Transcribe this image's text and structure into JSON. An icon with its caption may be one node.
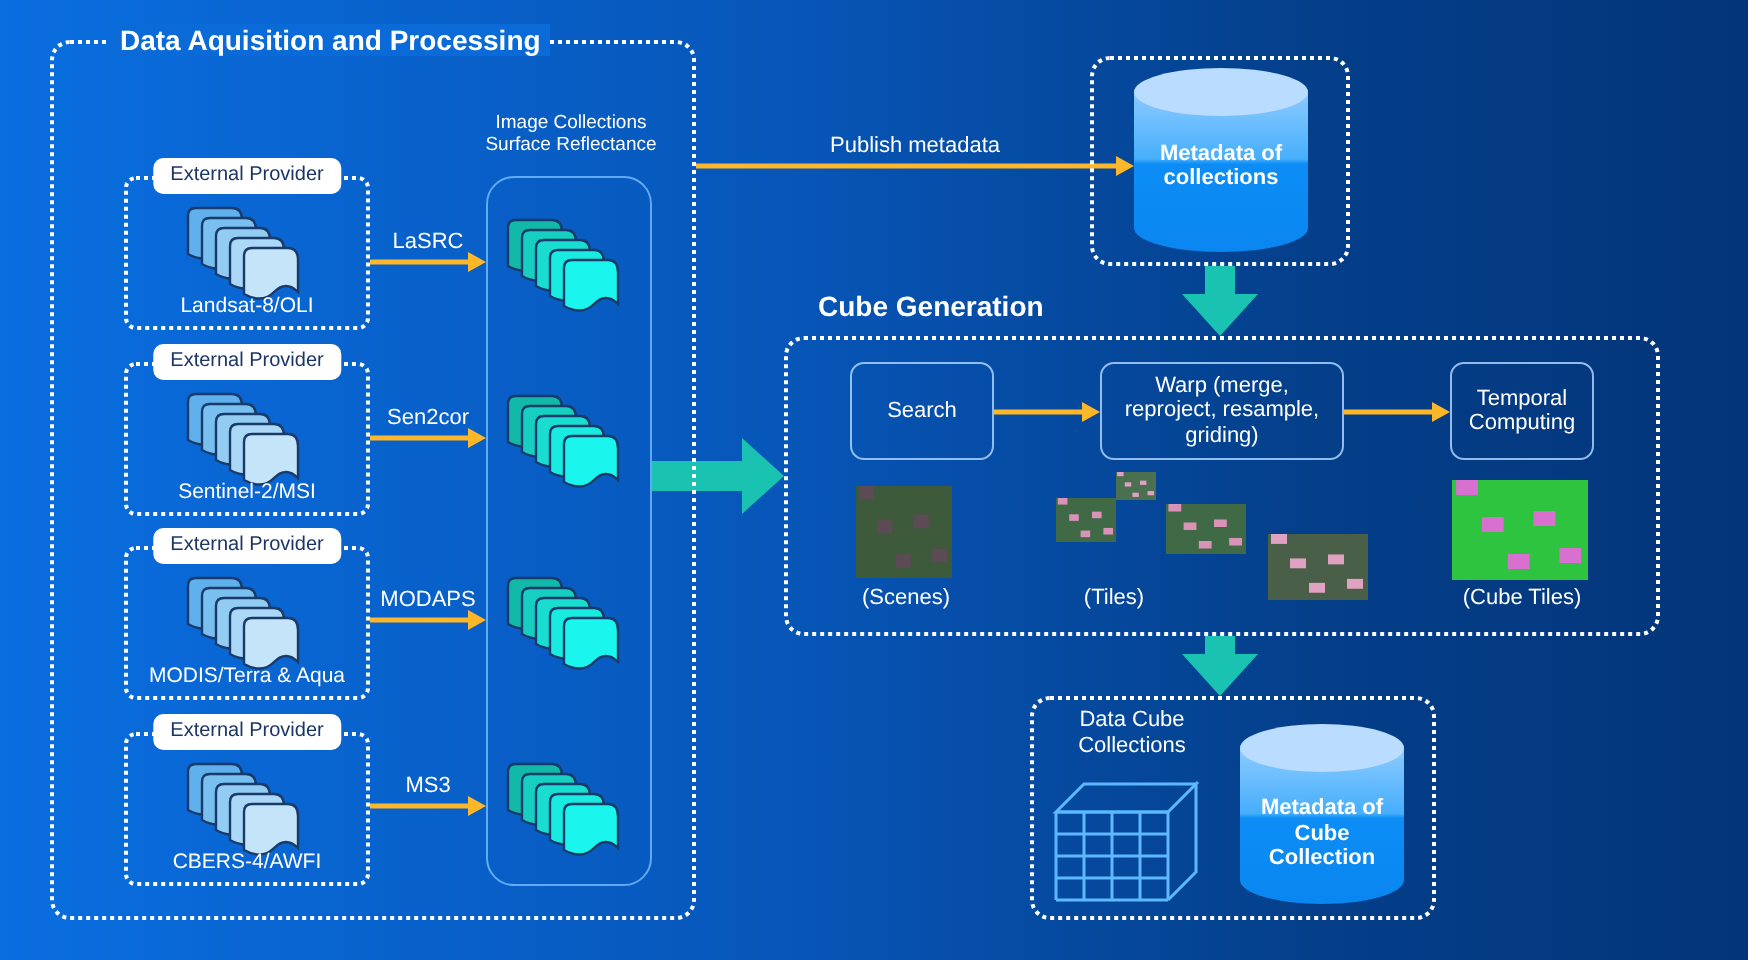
{
  "diagram": {
    "nodes": [
      {
        "text": [
          "Data Aquisition and Processing"
        ]
      },
      {
        "text": [
          "External Provider",
          "Landsat-8/OLI"
        ],
        "in": 0
      },
      {
        "text": [
          "External Provider",
          "Sentinel-2/MSI"
        ],
        "in": 0
      },
      {
        "text": [
          "External Provider",
          "MODIS/Terra & Aqua"
        ],
        "in": 0
      },
      {
        "text": [
          "External Provider",
          "CBERS-4/AWFI"
        ],
        "in": 0
      },
      {
        "text": [
          "Image Collections Surface Reflectance"
        ],
        "in": 0
      },
      {
        "text": [],
        "shape": "box"
      },
      {
        "text": [
          "Metadata of collections"
        ],
        "in": 6
      },
      {
        "text": [
          "Cube Generation"
        ]
      },
      {
        "text": [
          "Search"
        ],
        "in": 8
      },
      {
        "text": [
          "Warp (merge, reproject, resample, griding)"
        ],
        "in": 8
      },
      {
        "text": [
          "Temporal Computing"
        ],
        "in": 8
      },
      {
        "text": [],
        "shape": "box"
      },
      {
        "text": [
          "Data Cube Collections"
        ],
        "in": 12
      },
      {
        "text": [
          "Metadata of Cube Collection"
        ],
        "in": 12
      }
    ],
    "edges": [
      {
        "from": 1,
        "to": 5,
        "arrow": "to",
        "label": "LaSRC"
      },
      {
        "from": 2,
        "to": 5,
        "arrow": "to",
        "label": "Sen2cor"
      },
      {
        "from": 3,
        "to": 5,
        "arrow": "to",
        "label": "MODAPS"
      },
      {
        "from": 4,
        "to": 5,
        "arrow": "to",
        "label": "MS3"
      },
      {
        "from": 0,
        "to": 7,
        "arrow": "to",
        "label": "Publish metadata"
      },
      {
        "from": 6,
        "to": 8,
        "arrow": "to",
        "style": "thick",
        "color": "#1ac2b2"
      },
      {
        "from": 5,
        "to": 8,
        "arrow": "to",
        "style": "thick",
        "color": "#1ac2b2"
      },
      {
        "from": 9,
        "to": 10,
        "arrow": "to"
      },
      {
        "from": 10,
        "to": 11,
        "arrow": "to"
      },
      {
        "from": 8,
        "to": 12,
        "arrow": "to",
        "style": "thick",
        "color": "#1ac2b2"
      }
    ],
    "labels": [
      "(Scenes)",
      "(Tiles)",
      "(Cube Tiles)"
    ]
  }
}
